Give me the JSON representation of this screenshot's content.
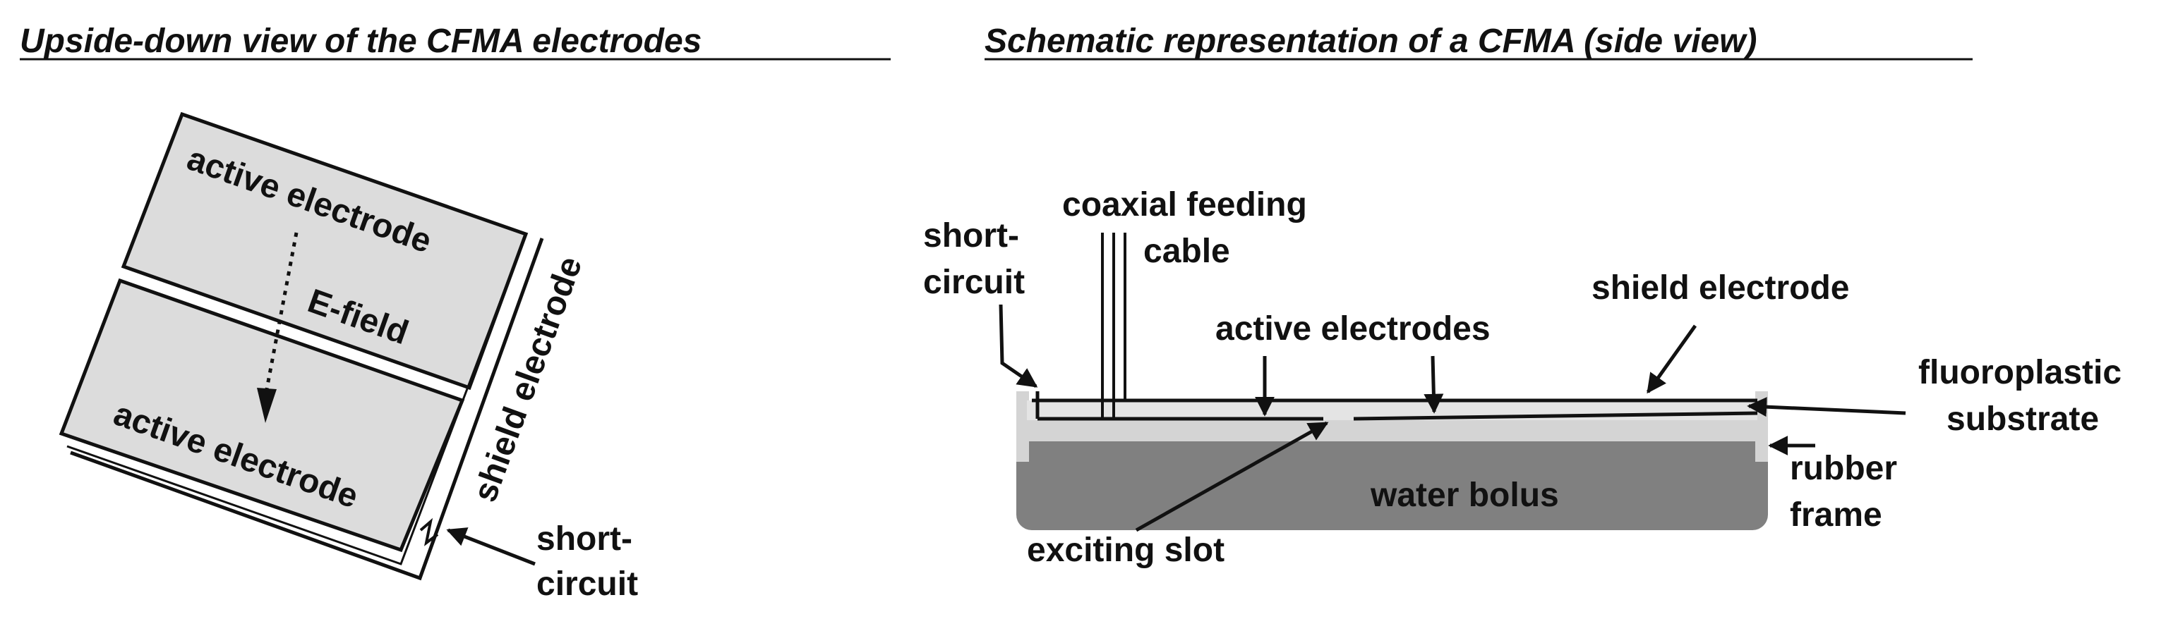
{
  "left_panel": {
    "title": "Upside-down view of the CFMA electrodes",
    "labels": {
      "active_electrode_top": "active electrode",
      "active_electrode_bottom": "active electrode",
      "e_field": "E-field",
      "shield_electrode": "shield electrode",
      "short_circuit_line1": "short-",
      "short_circuit_line2": "circuit"
    }
  },
  "right_panel": {
    "title": "Schematic representation of a CFMA (side view)",
    "labels": {
      "coaxial_line1": "coaxial feeding",
      "coaxial_line2": "cable",
      "short_circuit_line1": "short-",
      "short_circuit_line2": "circuit",
      "shield_electrode": "shield electrode",
      "active_electrodes": "active electrodes",
      "fluoroplastic_line1": "fluoroplastic",
      "fluoroplastic_line2": "substrate",
      "rubber_line1": "rubber",
      "rubber_line2": "frame",
      "water_bolus": "water bolus",
      "exciting_slot": "exciting slot"
    }
  },
  "colors": {
    "electrode_fill": "#dcdcdc",
    "substrate_fill": "#d4d4d4",
    "water_bolus_fill": "#808080",
    "line": "#111111"
  }
}
